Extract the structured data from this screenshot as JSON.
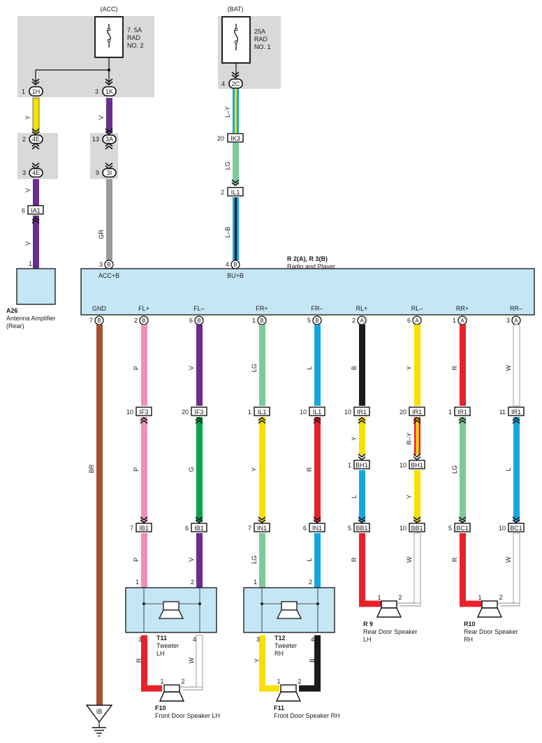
{
  "fuses": {
    "acc": {
      "group": "(ACC)",
      "line1": "7. 5A",
      "line2": "RAD",
      "line3": "NO. 2"
    },
    "bat": {
      "group": "(BAT)",
      "line1": "25A",
      "line2": "RAD",
      "line3": "NO. 1"
    }
  },
  "connectors": {
    "c_1h": {
      "pin": "1",
      "code": "1H"
    },
    "c_1k": {
      "pin": "3",
      "code": "1K"
    },
    "c_2c": {
      "pin": "4",
      "code": "2C"
    },
    "c_4e_top": {
      "pin": "2",
      "code": "4E"
    },
    "c_4e_bot": {
      "pin": "3",
      "code": "4E"
    },
    "c_3a": {
      "pin": "13",
      "code": "3A"
    },
    "c_3i": {
      "pin": "9",
      "code": "3I"
    },
    "c_ik3": {
      "pin": "20",
      "code": "IK3"
    },
    "c_il1_top": {
      "pin": "2",
      "code": "IL1"
    },
    "c_ia1": {
      "pin": "6",
      "code": "IA1"
    },
    "c_if3_a": {
      "pin": "10",
      "code": "IF3"
    },
    "c_if3_b": {
      "pin": "20",
      "code": "IF3"
    },
    "c_il1_a": {
      "pin": "1",
      "code": "IL1"
    },
    "c_il1_b": {
      "pin": "10",
      "code": "IL1"
    },
    "c_ir1_a": {
      "pin": "10",
      "code": "IR1"
    },
    "c_ir1_b": {
      "pin": "20",
      "code": "IR1"
    },
    "c_ir1_c": {
      "pin": "1",
      "code": "IR1"
    },
    "c_ir1_d": {
      "pin": "11",
      "code": "IR1"
    },
    "c_bh1_a": {
      "pin": "1",
      "code": "BH1"
    },
    "c_bh1_b": {
      "pin": "10",
      "code": "BH1"
    },
    "c_ib1_a": {
      "pin": "7",
      "code": "IB1"
    },
    "c_ib1_b": {
      "pin": "6",
      "code": "IB1"
    },
    "c_in1_a": {
      "pin": "7",
      "code": "IN1"
    },
    "c_in1_b": {
      "pin": "6",
      "code": "IN1"
    },
    "c_bb1_a": {
      "pin": "5",
      "code": "BB1"
    },
    "c_bb1_b": {
      "pin": "10",
      "code": "BB1"
    },
    "c_bc1_a": {
      "pin": "5",
      "code": "BC1"
    },
    "c_bc1_b": {
      "pin": "10",
      "code": "BC1"
    }
  },
  "wire_labels": {
    "w_y1": "Y",
    "w_v1": "V",
    "w_ly": "L–Y",
    "w_lg1": "LG",
    "w_v2": "V",
    "w_v3": "V",
    "w_gr": "GR",
    "w_lb": "L–B",
    "w_br": "BR",
    "w_p1": "P",
    "w_v4": "V",
    "w_lg2": "LG",
    "w_l1": "L",
    "w_b1": "B",
    "w_y2": "Y",
    "w_r1": "R",
    "w_w1": "W",
    "w_p2": "P",
    "w_g": "G",
    "w_y3": "Y",
    "w_r2": "R",
    "w_y4": "Y",
    "w_ry": "R–Y",
    "w_lg3": "LG",
    "w_l2": "L",
    "w_l3": "L",
    "w_y5": "Y",
    "w_p3": "P",
    "w_v5": "V",
    "w_lg4": "LG",
    "w_l4": "L",
    "w_r3": "R",
    "w_w2": "W",
    "w_r4": "R",
    "w_w3": "W",
    "w_r5": "R",
    "w_w4": "W",
    "w_y6": "Y",
    "w_b2": "B"
  },
  "radio": {
    "code": "R 2(A), R 3(B)",
    "name": "Radio and Player",
    "top_pins": [
      {
        "pin": "3",
        "conn": "B",
        "label": "ACC+B"
      },
      {
        "pin": "4",
        "conn": "B",
        "label": "BU+B"
      }
    ],
    "bottom_pins": [
      {
        "pin": "7",
        "conn": "B",
        "label": "GND"
      },
      {
        "pin": "2",
        "conn": "B",
        "label": "FL+"
      },
      {
        "pin": "6",
        "conn": "B",
        "label": "FL–"
      },
      {
        "pin": "1",
        "conn": "B",
        "label": "FR+"
      },
      {
        "pin": "5",
        "conn": "B",
        "label": "FR–"
      },
      {
        "pin": "2",
        "conn": "A",
        "label": "RL+"
      },
      {
        "pin": "6",
        "conn": "A",
        "label": "RL–"
      },
      {
        "pin": "1",
        "conn": "A",
        "label": "RR+"
      },
      {
        "pin": "3",
        "conn": "A",
        "label": "RR–"
      }
    ]
  },
  "antenna": {
    "pin": "1",
    "code": "A26",
    "line1": "Antenna Amplifier",
    "line2": "(Rear)"
  },
  "tweeters": [
    {
      "code": "T11",
      "line1": "Tweeter",
      "line2": "LH",
      "pins": [
        "1",
        "2",
        "3",
        "4"
      ]
    },
    {
      "code": "T12",
      "line1": "Tweeter",
      "line2": "RH",
      "pins": [
        "1",
        "2",
        "3",
        "4"
      ]
    }
  ],
  "speakers": [
    {
      "code": "F10",
      "name": "Front Door Speaker LH",
      "line2": "",
      "pins": [
        "1",
        "2"
      ]
    },
    {
      "code": "F11",
      "name": "Front Door Speaker RH",
      "line2": "",
      "pins": [
        "1",
        "2"
      ]
    },
    {
      "code": "R 9",
      "name": "Rear Door Speaker",
      "line2": "LH",
      "pins": [
        "1",
        "2"
      ]
    },
    {
      "code": "R10",
      "name": "Rear Door Speaker",
      "line2": "RH",
      "pins": [
        "1",
        "2"
      ]
    }
  ],
  "ground": {
    "label": "IB"
  },
  "colors": {
    "Y": "#f7e000",
    "V": "#6b2d8f",
    "GR": "#9a9a9a",
    "L": "#14a6e3",
    "LG": "#7ec89a",
    "P": "#ee8fbd",
    "G": "#0aa64b",
    "B": "#1a1a1a",
    "R": "#e8212b",
    "W": "#ffffff",
    "BR": "#a3532f",
    "fuse_bg": "#d9d9d9",
    "component_bg": "#c4e6f5",
    "outline": "#222222"
  }
}
